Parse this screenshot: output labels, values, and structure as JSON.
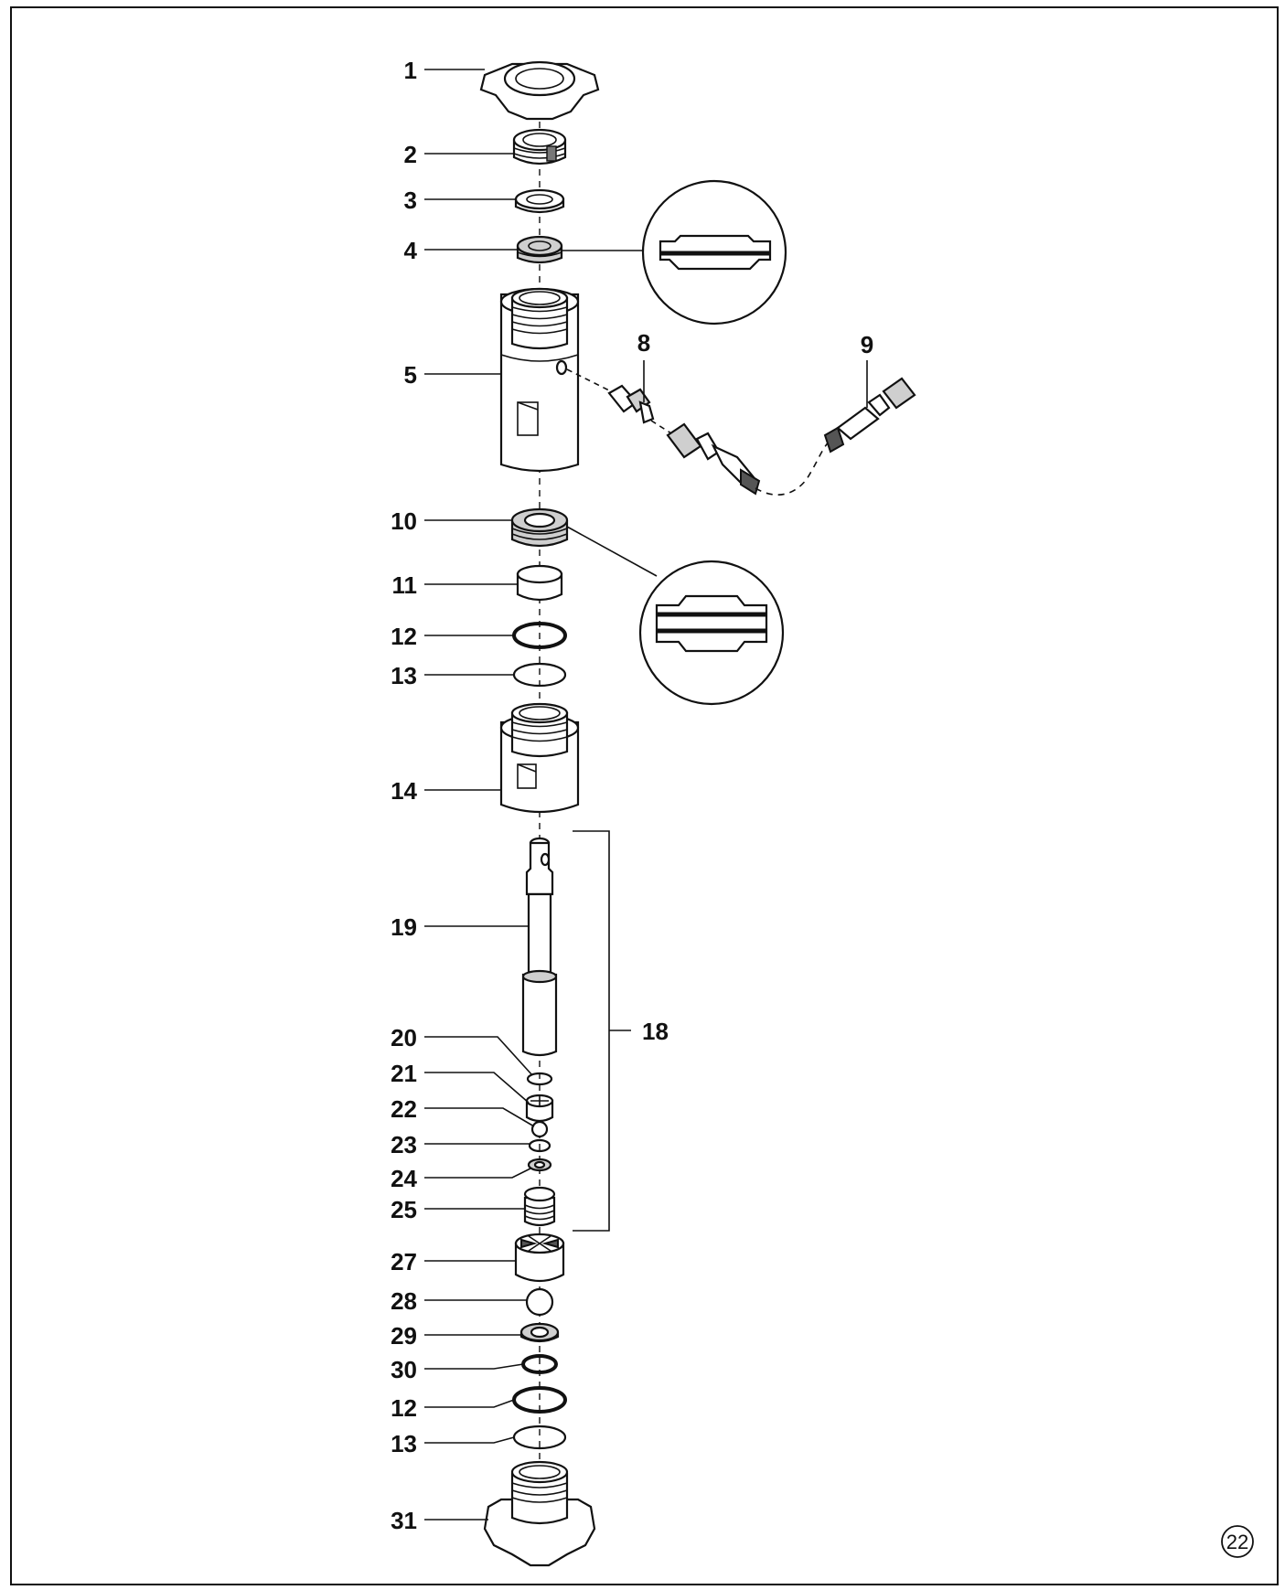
{
  "diagram": {
    "part_labels": [
      "1",
      "2",
      "3",
      "4",
      "5",
      "8",
      "9",
      "10",
      "11",
      "12",
      "13",
      "14",
      "19",
      "18",
      "20",
      "21",
      "22",
      "23",
      "24",
      "25",
      "27",
      "28",
      "29",
      "30",
      "12",
      "13",
      "31"
    ],
    "page_number": "22"
  }
}
